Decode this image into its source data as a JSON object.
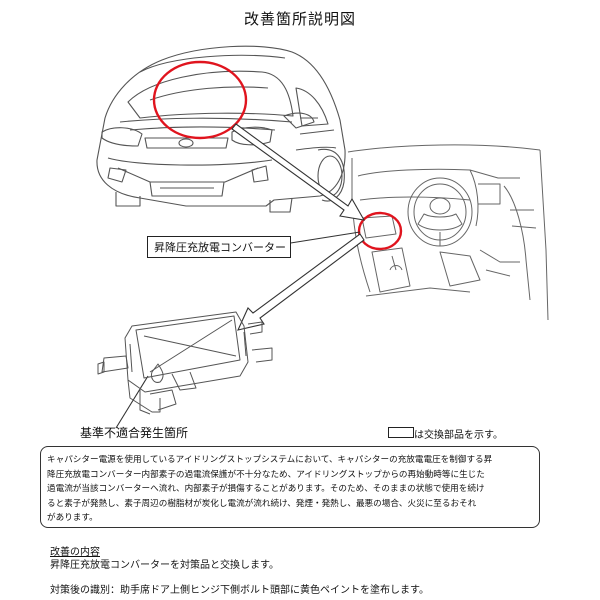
{
  "title": "改善箇所説明図",
  "labels": {
    "converter": "昇降圧充放電コンバーター",
    "defect_location": "基準不適合発生箇所"
  },
  "legend": {
    "text": "は交換部品を示す。"
  },
  "description": {
    "lines": [
      "キャパシター電源を使用しているアイドリングストップシステムにおいて、キャパシターの充放電電圧を制御する昇",
      "降圧充放電コンバーター内部素子の過電流保護が不十分なため、アイドリングストップからの再始動時等に生じた",
      "過電流が当該コンバーターへ流れ、内部素子が損傷することがあります。そのため、そのままの状態で使用を続け",
      "ると素子が発熱し、素子周辺の樹脂材が炭化し電流が流れ続け、発煙・発熱し、最悪の場合、火災に至るおそれ",
      "があります。"
    ]
  },
  "improvement": {
    "title": "改善の内容",
    "text": "昇降圧充放電コンバーターを対策品と交換します。"
  },
  "marking": {
    "text": "対策後の識別：助手席ドア上側ヒンジ下側ボルト頭部に黄色ペイントを塗布します。"
  },
  "colors": {
    "highlight_circle": "#e0141e",
    "line_art": "#555555",
    "arrow": "#333333"
  }
}
